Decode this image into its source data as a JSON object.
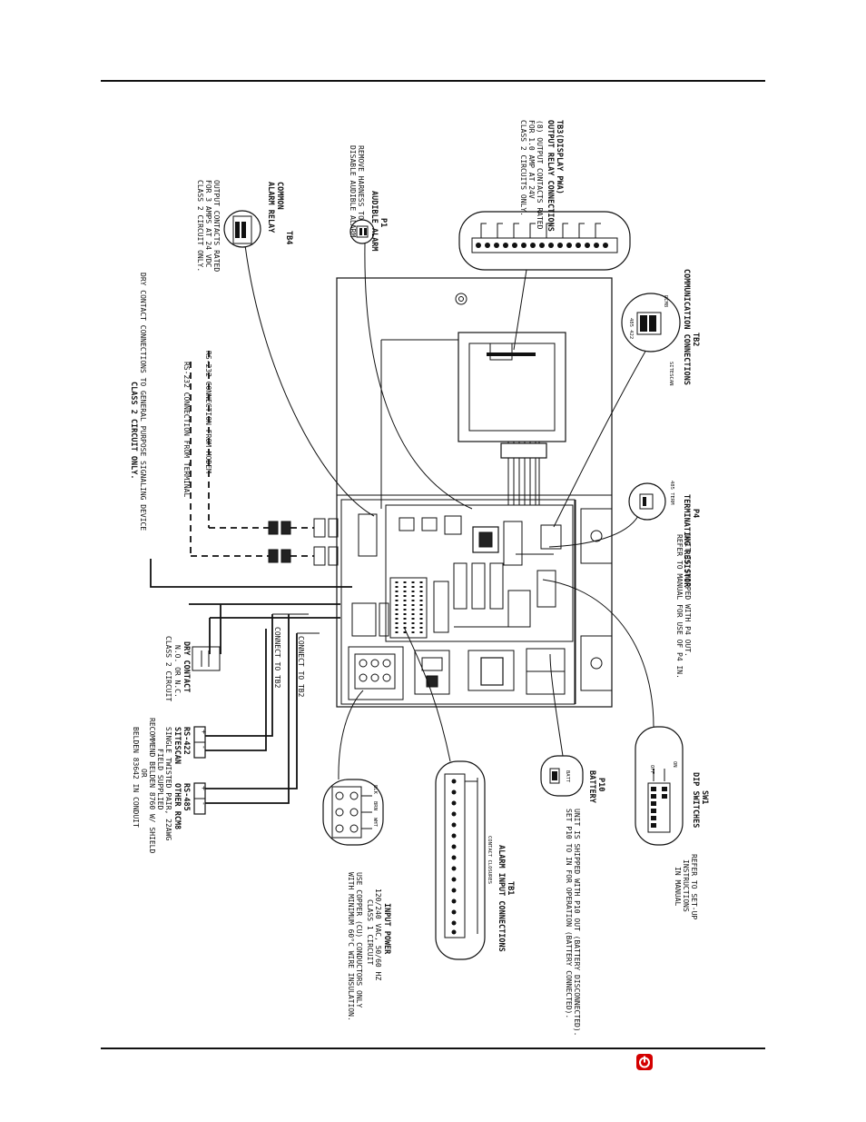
{
  "labels": {
    "tb3_title": "TB3(DISPLAY PWA)",
    "tb3_sub": "OUTPUT RELAY CONNECTIONS",
    "tb3_note1": "(8) OUTPUT CONTACTS RATED",
    "tb3_note2": "FOR 1.0 AMP AT 24V",
    "tb3_note3": "CLASS 2 CIRCUITS ONLY.",
    "p1_title": "P1",
    "p1_sub": "AUDIBLE ALARM",
    "p1_note1": "REMOVE HARNESS TO",
    "p1_note2": "DISABLE AUDIBLE ALARM",
    "tb4_title": "TB4",
    "tb4_sub1": "COMMON",
    "tb4_sub2": "ALARM RELAY",
    "tb4_note1": "OUTPUT CONTACTS RATED",
    "tb4_note2": "FOR 3 AMPS AT 24 VDC",
    "tb4_note3": "CLASS 2 CIRCUIT ONLY.",
    "tb2_title": "TB2",
    "tb2_sub": "COMMUNICATION CONNECTIONS",
    "tb2_rcm8": "RCM8",
    "tb2_sitescan": "SITESCAN",
    "tb2_pins": "485 422",
    "rs232_modem": "RS-232 CONNECTION FROM MODEM",
    "rs232_terminal": "RS-232 CONNECTION FROM TERMINAL",
    "dry_contact_note1": "DRY CONTACT CONNECTIONS TO GENERAL PURPOSE SIGNALING DEVICE",
    "dry_contact_note2": "CLASS 2 CIRCUIT ONLY.",
    "p4_title": "P4",
    "p4_sub": "TERMINATING RESISTOR",
    "p4_pins": "485 TERM",
    "p4_note1": "UNIT IS SHIPPED WITH P4 OUT.",
    "p4_note2": "REFER TO MANUAL FOR USE OF P4 IN.",
    "connect_tb2_a": "CONNECT TO TB2",
    "connect_tb2_b": "CONNECT TO TB2",
    "dry_contact": "DRY CONTACT",
    "dry_contact_no": "N.O. OR N.C.",
    "dry_contact_class": "CLASS 2 CIRCUIT",
    "rs422": "RS-422",
    "sitescan": "SITESCAN",
    "rs485": "RS-485",
    "other_rcm8": "OTHER RCM8",
    "field_wire1": "SINGLE TWISTED PAIR, 22AWG",
    "field_wire2": "FIELD SUPPLIED",
    "field_wire3": "RECOMMEND BELDEN 8760 W/ SHIELD",
    "field_wire4": "OR",
    "field_wire5": "BELDEN 83642 IN CONDUIT",
    "sw1_title": "SW1",
    "sw1_sub": "DIP SWITCHES",
    "sw1_on": "ON",
    "sw1_off": "OFF",
    "sw1_note1": "REFER TO SET-UP",
    "sw1_note2": "INSTRUCTIONS",
    "sw1_note3": "IN MANUAL",
    "p10_title": "P10",
    "p10_sub": "BATTERY",
    "p10_batt": "BATT",
    "p10_note1": "UNIT IS SHIPPED WITH P10 OUT (BATTERY DISCONNECTED).",
    "p10_note2": "SET P10 TO IN FOR OPERATION (BATTERY CONNECTED).",
    "tb1_title": "TB1",
    "tb1_sub": "ALARM INPUT CONNECTIONS",
    "tb1_note": "CONTACT CLOSURES",
    "power_title": "INPUT POWER",
    "power_sub1": "120/240 VAC, 50/60 HZ",
    "power_sub2": "CLASS 1 CIRCUIT",
    "power_note1": "USE COPPER (CU) CONDUCTORS ONLY",
    "power_note2": "WITH MINIMUM 60°C WIRE INSULATION.",
    "blk": "BLK",
    "brn": "BRN",
    "wht": "WHT",
    "plus": "+",
    "minus": "-"
  },
  "logo": {
    "icon": "liebert-logo-icon",
    "color": "#d40000"
  }
}
